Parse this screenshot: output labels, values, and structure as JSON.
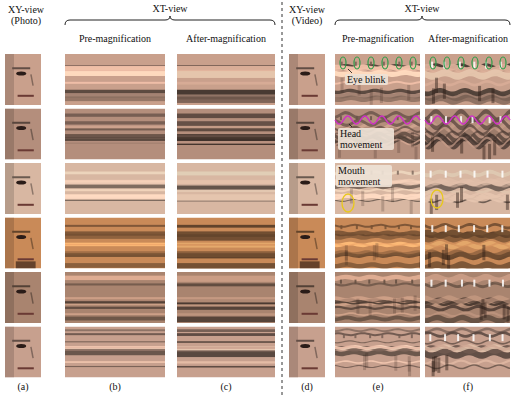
{
  "diagram": {
    "labels": [
      "XY-view (Photo)",
      "XT-view",
      "Pre-magnification",
      "After-magnification",
      "XY-view (Video)",
      "XT-view",
      "Pre-magnification",
      "After-magnification",
      "Eye blink",
      "Head movement",
      "Mouth movement",
      "(a)",
      "(b)",
      "(c)",
      "(d)",
      "(e)",
      "(f)"
    ]
  }
}
